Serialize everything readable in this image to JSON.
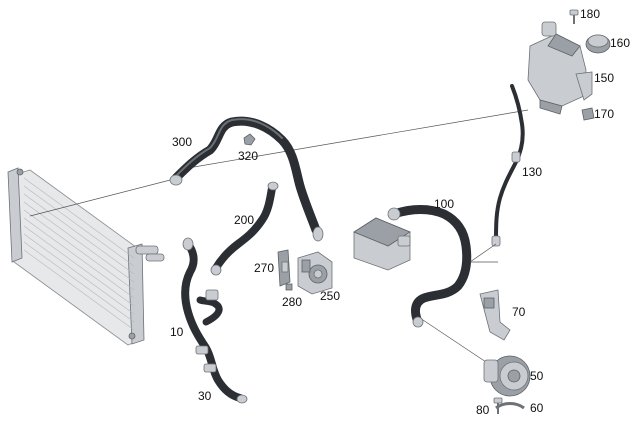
{
  "diagram": {
    "callouts": {
      "p10": "10",
      "p30": "30",
      "p50": "50",
      "p60": "60",
      "p70": "70",
      "p80": "80",
      "p100": "100",
      "p130": "130",
      "p150": "150",
      "p160": "160",
      "p170": "170",
      "p180": "180",
      "p200": "200",
      "p250": "250",
      "p270": "270",
      "p280": "280",
      "p300": "300",
      "p320": "320"
    }
  },
  "colors": {
    "hose": "#2b2f33",
    "metal": "#c9ccd0",
    "line": "#555555"
  }
}
